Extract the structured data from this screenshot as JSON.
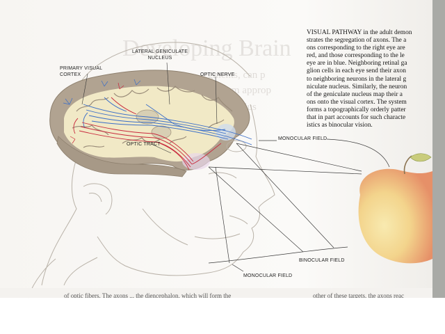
{
  "labels": {
    "lateral_geniculate": [
      "LATERAL GENICULATE",
      "NUCLEUS"
    ],
    "primary_visual": [
      "PRIMARY VISUAL",
      "CORTEX"
    ],
    "optic_nerve": "OPTIC NERVE",
    "optic_tract": "OPTIC TRACT",
    "monocular_field_top": "MONOCULAR FIELD",
    "binocular_field": "BINOCULAR FIELD",
    "monocular_field_bottom": "MONOCULAR FIELD"
  },
  "caption": {
    "lines": [
      "VISUAL PATHWAY in the adult demon",
      "strates the segregation of axons. The a",
      "ons corresponding to the right eye are",
      "red, and those corresponding to the le",
      "eye are in blue. Neighboring retinal ga",
      "glion cells in each eye send their axon",
      "to neighboring neurons in the lateral g",
      "niculate nucleus. Similarly, the neuron",
      "of the geniculate nucleus map their a",
      "ons onto the visual cortex. The system",
      "forms a topographically orderly patter",
      "that in part accounts for such characte",
      "istics as binocular vision."
    ]
  },
  "background_text": {
    "heading": "Developing Brain",
    "lines": [
      "egments, can p",
      "to form approp",
      "stimulus"
    ]
  },
  "footer": {
    "left": "of optic fibers. The axons ... the diencephalon, which will form the",
    "right": "other of these targets, the axons reac"
  },
  "colors": {
    "right_eye_axons": "#c8283c",
    "left_eye_axons": "#3a6ec8",
    "cortex_gray": "#b0a390",
    "white_matter": "#f1e9c6",
    "apple_yellow": "#f2d98a",
    "apple_red": "#e8926a"
  }
}
